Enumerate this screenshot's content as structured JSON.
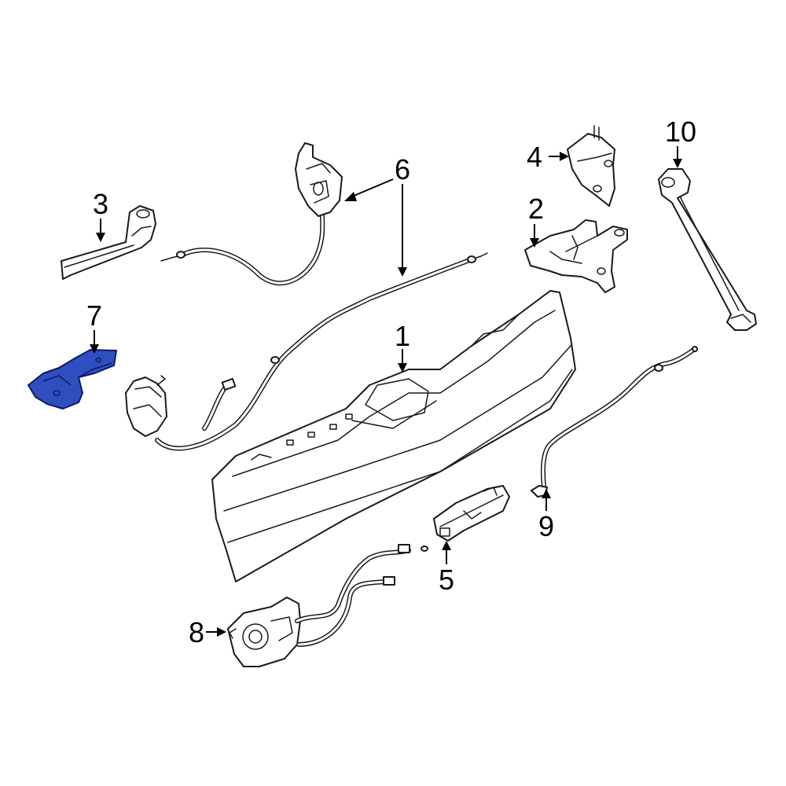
{
  "callouts": [
    {
      "id": "1",
      "label": "1"
    },
    {
      "id": "2",
      "label": "2"
    },
    {
      "id": "3",
      "label": "3"
    },
    {
      "id": "4",
      "label": "4"
    },
    {
      "id": "5",
      "label": "5"
    },
    {
      "id": "6",
      "label": "6"
    },
    {
      "id": "7",
      "label": "7"
    },
    {
      "id": "8",
      "label": "8"
    },
    {
      "id": "9",
      "label": "9"
    },
    {
      "id": "10",
      "label": "10"
    }
  ],
  "colors": {
    "highlight_fill": "#2f4fc0",
    "highlight_stroke": "#0d1a66",
    "line": "#1a1a1a",
    "background": "#ffffff"
  },
  "highlighted_part": "7"
}
